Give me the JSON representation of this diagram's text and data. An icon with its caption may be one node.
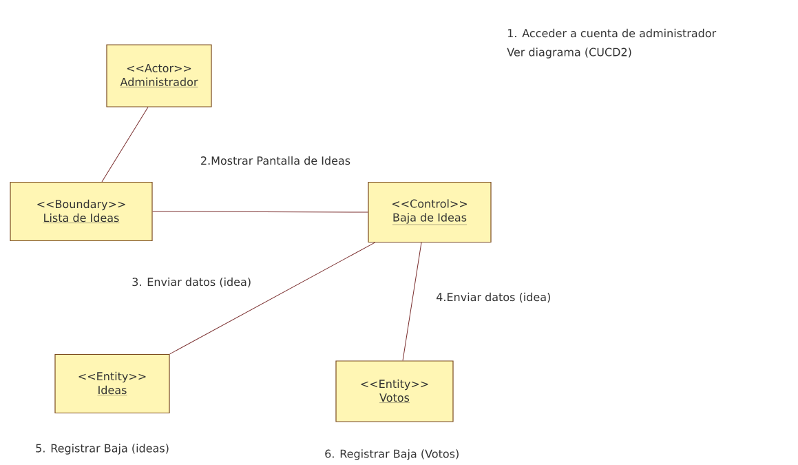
{
  "diagram": {
    "nodes": [
      {
        "text": [
          "<<Actor>>",
          "Administrador"
        ]
      },
      {
        "text": [
          "<<Boundary>>",
          "Lista de Ideas"
        ]
      },
      {
        "text": [
          "<<Control>>",
          "Baja de Ideas"
        ]
      },
      {
        "text": [
          "<<Entity>>",
          "Ideas"
        ]
      },
      {
        "text": [
          "<<Entity>>",
          "Votos"
        ]
      }
    ],
    "edges": [
      {
        "from": 0,
        "to": 1,
        "arrow": "none"
      },
      {
        "from": 1,
        "to": 2,
        "arrow": "none",
        "label": "2.Mostrar Pantalla de Ideas"
      },
      {
        "from": 2,
        "to": 3,
        "arrow": "none",
        "label": "3. Enviar datos (idea)"
      },
      {
        "from": 2,
        "to": 4,
        "arrow": "none",
        "label": "4.Enviar datos (idea)"
      }
    ],
    "labels": [
      "1. Acceder a cuenta de administrador",
      "Ver diagrama (CUCD2)",
      "5. Registrar Baja (ideas)",
      "6. Registrar Baja (Votos)"
    ]
  }
}
